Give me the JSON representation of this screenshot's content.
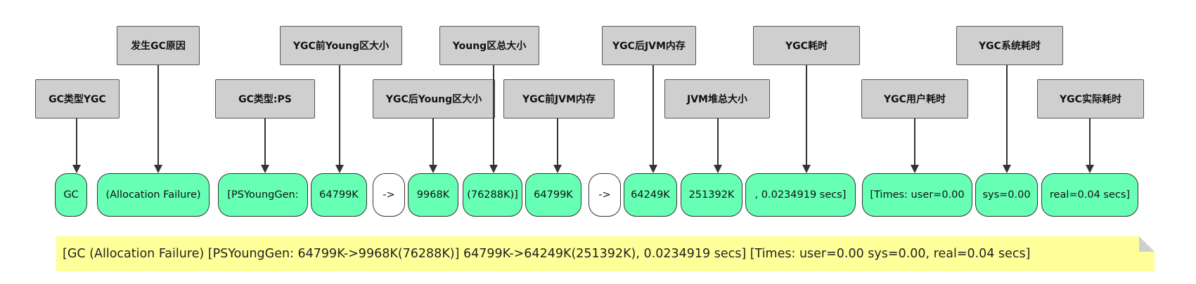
{
  "labels": [
    "GC类型YGC",
    "发生GC原因",
    "GC类型:PS",
    "YGC前Young区大小",
    "YGC后Young区大小",
    "Young区总大小",
    "YGC前JVM内存",
    "YGC后JVM内存",
    "JVM堆总大小",
    "YGC耗时",
    "YGC用户耗时",
    "YGC系统耗时",
    "YGC实际耗时"
  ],
  "segments": [
    {
      "text": "GC",
      "style": "green"
    },
    {
      "text": "(Allocation Failure)",
      "style": "green"
    },
    {
      "text": "[PSYoungGen:",
      "style": "green"
    },
    {
      "text": "64799K",
      "style": "green"
    },
    {
      "text": "->",
      "style": "white"
    },
    {
      "text": "9968K",
      "style": "green"
    },
    {
      "text": "(76288K)]",
      "style": "green"
    },
    {
      "text": "64799K",
      "style": "green"
    },
    {
      "text": "->",
      "style": "white"
    },
    {
      "text": "64249K",
      "style": "green"
    },
    {
      "text": "251392K",
      "style": "green"
    },
    {
      "text": ", 0.0234919 secs]",
      "style": "green"
    },
    {
      "text": "[Times: user=0.00",
      "style": "green"
    },
    {
      "text": "sys=0.00",
      "style": "green"
    },
    {
      "text": "real=0.04 secs]",
      "style": "green"
    }
  ],
  "log_line": "[GC (Allocation Failure) [PSYoungGen: 64799K->9968K(76288K)] 64799K->64249K(251392K), 0.0234919 secs] [Times: user=0.00 sys=0.00, real=0.04 secs]",
  "colors": {
    "segment_fill": "#66ffb3",
    "operator_fill": "#ffffff",
    "label_fill": "#cfcfcf",
    "note_fill": "#ffff99"
  }
}
